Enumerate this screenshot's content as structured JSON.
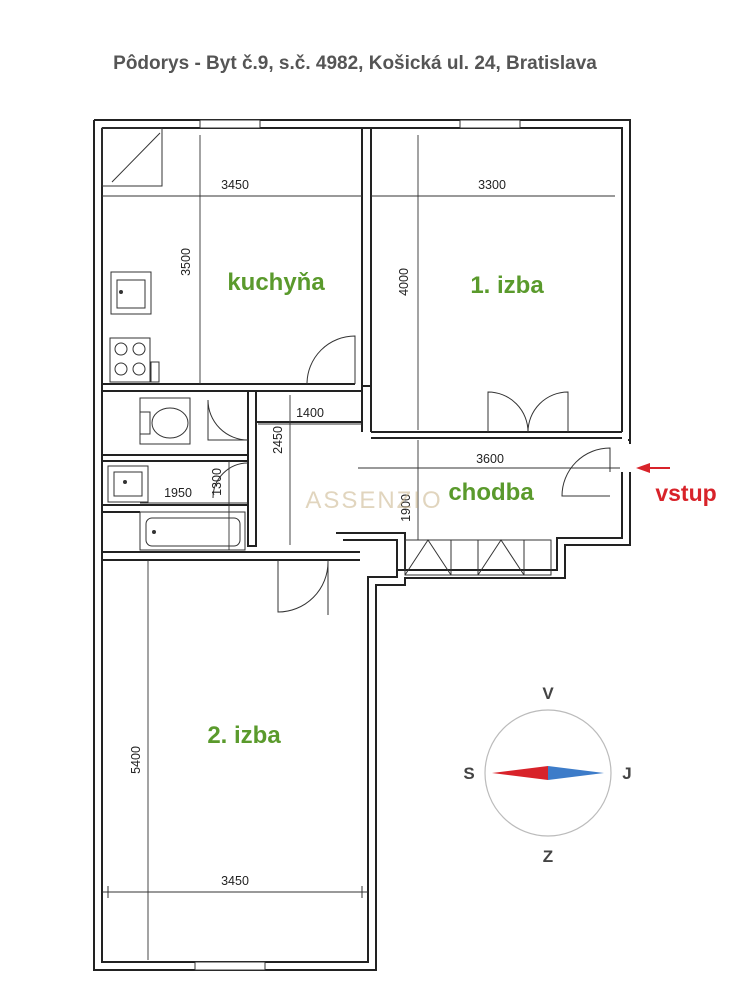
{
  "title": "Pôdorys - Byt č.9, s.č. 4982, Košická ul. 24, Bratislava",
  "rooms": {
    "kitchen": "kuchyňa",
    "room1": "1. izba",
    "hall": "chodba",
    "room2": "2. izba"
  },
  "entrance": "vstup",
  "watermark": "ASSENZIO",
  "dimensions": {
    "kitchen_width": "3450",
    "kitchen_depth": "3500",
    "room1_width": "3300",
    "room1_depth": "4000",
    "wc_width": "1400",
    "wc_depth": "2450",
    "hall_length": "3600",
    "hall_depth": "1900",
    "bath_width": "1950",
    "bath_depth": "1300",
    "room2_depth": "5400",
    "room2_width": "3450"
  },
  "compass": {
    "north": "V",
    "south": "Z",
    "west": "S",
    "east": "J",
    "colors": {
      "west_arrow": "#d8232a",
      "east_arrow": "#3d7cc9"
    }
  }
}
